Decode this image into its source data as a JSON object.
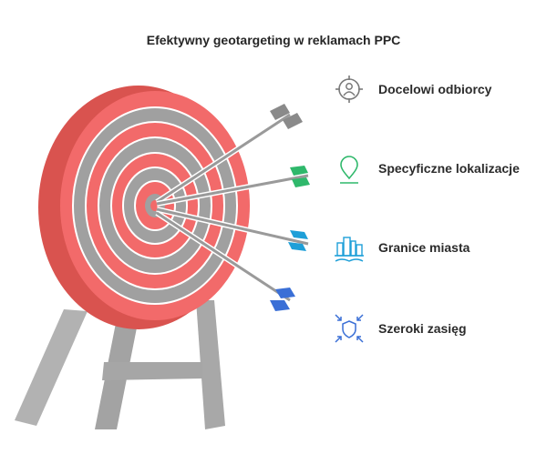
{
  "title": "Efektywny geotargeting w reklamach PPC",
  "items": [
    {
      "label": "Docelowi odbiorcy",
      "icon": "audience-target-icon",
      "color": "#7a7a7a"
    },
    {
      "label": "Specyficzne lokalizacje",
      "icon": "location-pin-icon",
      "color": "#2fb86b"
    },
    {
      "label": "Granice miasta",
      "icon": "city-skyline-icon",
      "color": "#1e9fd8"
    },
    {
      "label": "Szeroki zasięg",
      "icon": "broad-reach-shield-icon",
      "color": "#3a6fd6"
    }
  ],
  "colors": {
    "target_red": "#f26a6a",
    "target_gray": "#9c9c9c",
    "arrow_shaft": "#9a9a9a"
  }
}
